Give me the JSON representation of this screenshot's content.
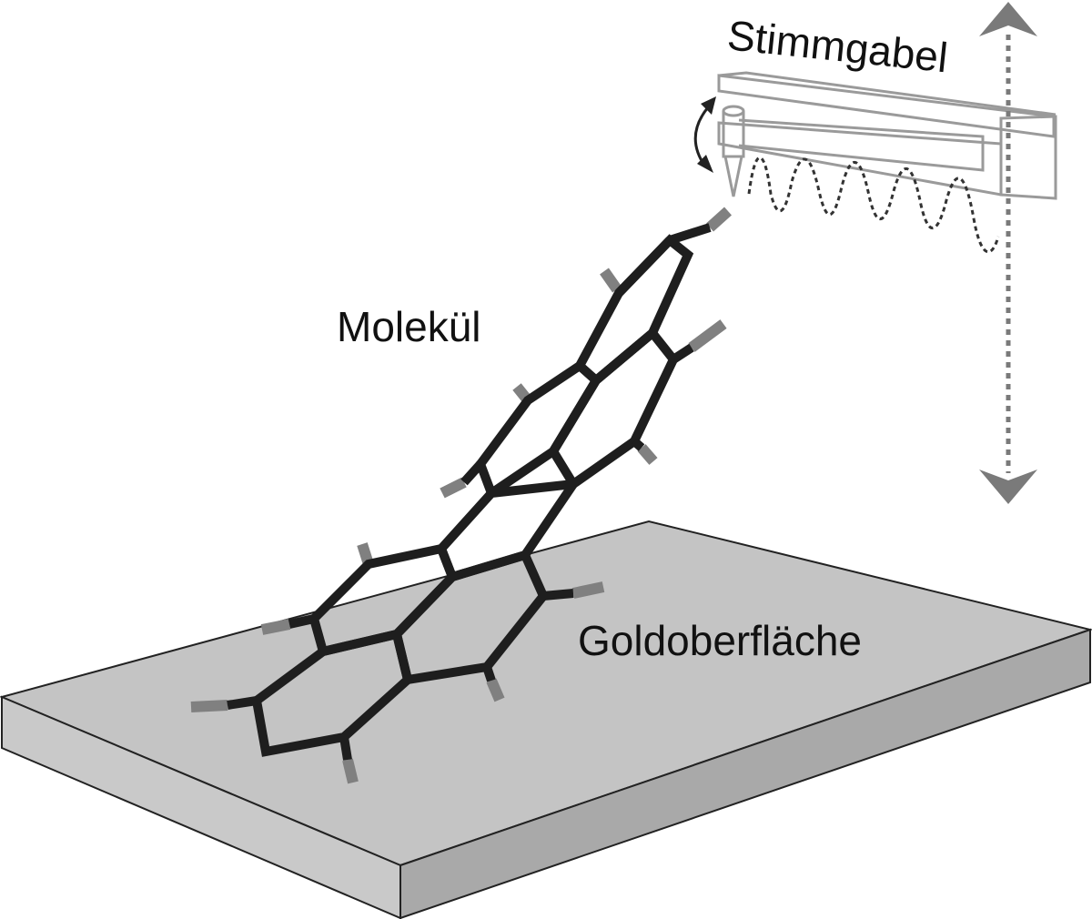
{
  "labels": {
    "tuning_fork": "Stimmgabel",
    "molecule": "Molekül",
    "surface": "Goldoberfläche"
  },
  "colors": {
    "surface_top": "#c4c4c4",
    "surface_front": "#c9c9c9",
    "surface_side": "#a9a9a9",
    "outline": "#222222",
    "bond": "#1e1e1e",
    "hydrogen": "#808080",
    "fork": "#9a9a9a",
    "arrow": "#7a7a7a"
  }
}
